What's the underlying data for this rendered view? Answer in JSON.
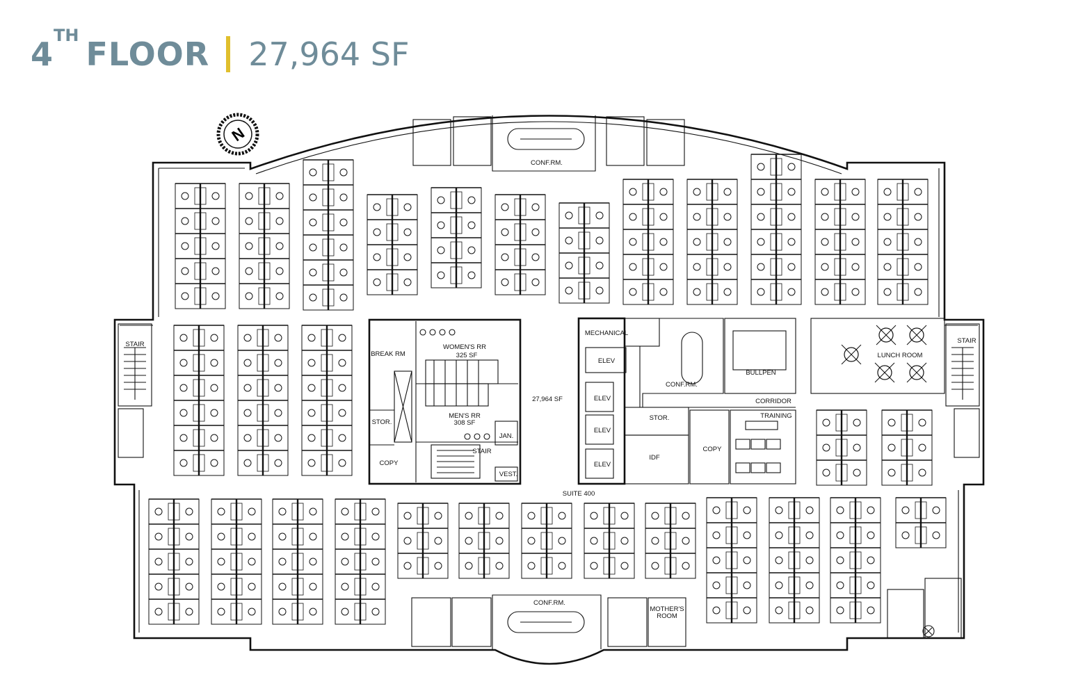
{
  "header": {
    "floor_word": "4",
    "floor_sup": "TH",
    "floor_rest": "FLOOR",
    "area": "27,964 SF"
  },
  "colors": {
    "title": "#6f8c99",
    "separator": "#e0bf2d",
    "lines": "#111111"
  },
  "north_arrow": {
    "letter": "N",
    "icon": "north-arrow-icon"
  },
  "rooms": {
    "conf_top": "CONF.RM.",
    "conf_bottom": "CONF.RM.",
    "stair_left": "STAIR",
    "stair_right": "STAIR",
    "stair_core": "STAIR",
    "break_rm": "BREAK RM",
    "womens_rr": "WOMEN'S RR",
    "womens_sf": "325 SF",
    "mens_rr": "MEN'S RR",
    "mens_sf": "308 SF",
    "stor_left": "STOR.",
    "copy_left": "COPY",
    "jan": "JAN.",
    "vest": "VEST.",
    "core_area": "27,964 SF",
    "mechanical": "MECHANICAL",
    "elev1": "ELEV",
    "elev2": "ELEV",
    "elev3": "ELEV",
    "elev4": "ELEV",
    "conf_mid": "CONF.RM.",
    "bullpen": "BULLPEN",
    "lunch_room": "LUNCH ROOM",
    "corridor": "CORRIDOR",
    "stor_mid": "STOR.",
    "idf": "IDF",
    "copy_mid": "COPY",
    "training": "TRAINING",
    "suite": "SUITE 400",
    "mothers_room": "MOTHER'S",
    "mothers_room_2": "ROOM"
  }
}
